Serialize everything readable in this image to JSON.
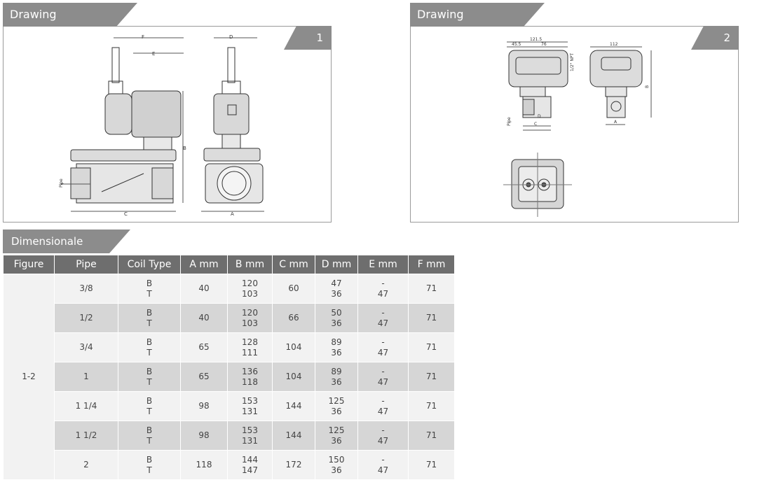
{
  "drawing_panels": [
    {
      "title": "Drawing Reference",
      "number": "1",
      "labels": {
        "f": "F",
        "e": "E",
        "d": "D",
        "b": "B",
        "pipe": "Pipe",
        "c": "C",
        "a": "A"
      }
    },
    {
      "title": "Drawing Reference",
      "number": "2",
      "labels": {
        "d121": "121.5",
        "d455": "45.5",
        "d76": "76",
        "d112": "112",
        "npt": "1/2\" NPT",
        "b": "B",
        "pipe": "Pipe",
        "d": "D",
        "c": "C",
        "a": "A"
      }
    }
  ],
  "table": {
    "title": "Dimensionale Table",
    "headers": [
      "Figure",
      "Pipe",
      "Coil Type",
      "A mm",
      "B mm",
      "C mm",
      "D mm",
      "E mm",
      "F mm"
    ],
    "figure": "1-2",
    "rows": [
      {
        "pipe": "3/8",
        "coil": [
          "B",
          "T"
        ],
        "a": "40",
        "b": [
          "120",
          "103"
        ],
        "c": "60",
        "d": [
          "47",
          "36"
        ],
        "e": [
          "-",
          "47"
        ],
        "f": "71"
      },
      {
        "pipe": "1/2",
        "coil": [
          "B",
          "T"
        ],
        "a": "40",
        "b": [
          "120",
          "103"
        ],
        "c": "66",
        "d": [
          "50",
          "36"
        ],
        "e": [
          "-",
          "47"
        ],
        "f": "71"
      },
      {
        "pipe": "3/4",
        "coil": [
          "B",
          "T"
        ],
        "a": "65",
        "b": [
          "128",
          "111"
        ],
        "c": "104",
        "d": [
          "89",
          "36"
        ],
        "e": [
          "-",
          "47"
        ],
        "f": "71"
      },
      {
        "pipe": "1",
        "coil": [
          "B",
          "T"
        ],
        "a": "65",
        "b": [
          "136",
          "118"
        ],
        "c": "104",
        "d": [
          "89",
          "36"
        ],
        "e": [
          "-",
          "47"
        ],
        "f": "71"
      },
      {
        "pipe": "1 1/4",
        "coil": [
          "B",
          "T"
        ],
        "a": "98",
        "b": [
          "153",
          "131"
        ],
        "c": "144",
        "d": [
          "125",
          "36"
        ],
        "e": [
          "-",
          "47"
        ],
        "f": "71"
      },
      {
        "pipe": "1 1/2",
        "coil": [
          "B",
          "T"
        ],
        "a": "98",
        "b": [
          "153",
          "131"
        ],
        "c": "144",
        "d": [
          "125",
          "36"
        ],
        "e": [
          "-",
          "47"
        ],
        "f": "71"
      },
      {
        "pipe": "2",
        "coil": [
          "B",
          "T"
        ],
        "a": "118",
        "b": [
          "144",
          "147"
        ],
        "c": "172",
        "d": [
          "150",
          "36"
        ],
        "e": [
          "-",
          "47"
        ],
        "f": "71"
      }
    ]
  },
  "colors": {
    "tab": "#8c8c8c",
    "header": "#6e6e6e",
    "row_light": "#f2f2f2",
    "row_dark": "#d6d6d6"
  }
}
